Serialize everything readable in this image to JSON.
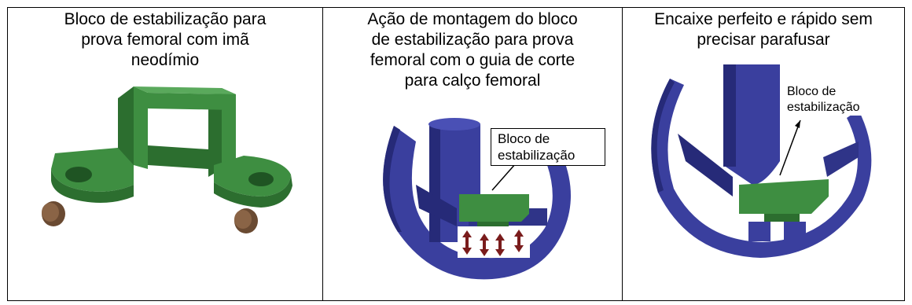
{
  "panels": [
    {
      "caption_lines": [
        "Bloco de estabilização para",
        "prova femoral com imã",
        "neodímio"
      ]
    },
    {
      "caption_lines": [
        "Ação de montagem do bloco",
        "de estabilização para prova",
        "femoral com o guia de corte",
        "para calço femoral"
      ],
      "callout_lines": [
        "Bloco de",
        "estabilização"
      ]
    },
    {
      "caption_lines": [
        "Encaixe perfeito e rápido sem",
        "precisar parafusar"
      ],
      "callout_lines": [
        "Bloco de",
        "estabilização"
      ]
    }
  ],
  "colors": {
    "block_green": "#3e8e41",
    "block_green_dark": "#2c6e2f",
    "implant_blue": "#3a3f9e",
    "implant_blue_dark": "#262a78",
    "magnet_brown": "#6a4a32",
    "arrow_maroon": "#7a1c1c"
  }
}
